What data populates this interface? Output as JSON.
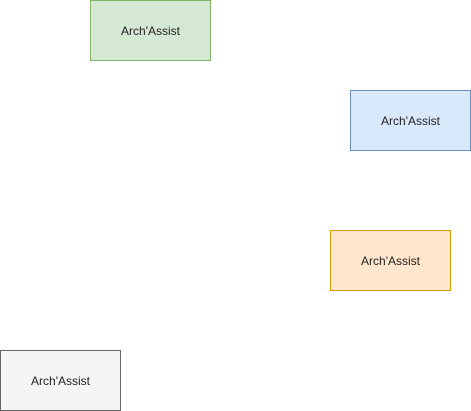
{
  "diagram": {
    "nodes": [
      {
        "id": "node-green",
        "label": "Arch'Assist",
        "fill": "#d5e8d4",
        "stroke": "#82b366"
      },
      {
        "id": "node-blue",
        "label": "Arch'Assist",
        "fill": "#dae8fc",
        "stroke": "#6c8ebf"
      },
      {
        "id": "node-orange",
        "label": "Arch'Assist",
        "fill": "#ffe6cc",
        "stroke": "#d79b00"
      },
      {
        "id": "node-gray",
        "label": "Arch'Assist",
        "fill": "#f5f5f5",
        "stroke": "#666666"
      }
    ]
  }
}
